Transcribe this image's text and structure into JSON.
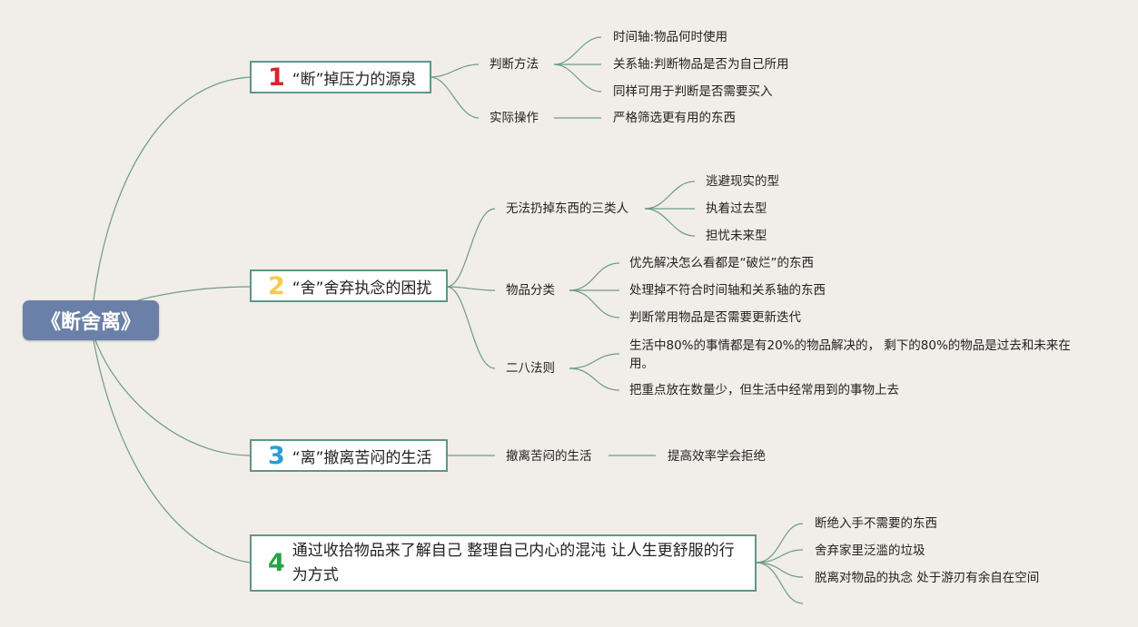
{
  "root": {
    "title": "《断舍离》"
  },
  "branches": [
    {
      "number": "1",
      "title": "“断”掉压力的源泉",
      "groups": [
        {
          "label": "判断方法",
          "items": [
            "时间轴:物品何时使用",
            "关系轴:判断物品是否为自己所用",
            "同样可用于判断是否需要买入"
          ]
        },
        {
          "label": "实际操作",
          "items": [
            "严格筛选更有用的东西"
          ]
        }
      ]
    },
    {
      "number": "2",
      "title": "“舍”舍弃执念的困扰",
      "groups": [
        {
          "label": "无法扔掉东西的三类人",
          "items": [
            "逃避现实的型",
            "执着过去型",
            "担忧未来型"
          ]
        },
        {
          "label": "物品分类",
          "items": [
            "优先解决怎么看都是“破烂”的东西",
            "处理掉不符合时间轴和关系轴的东西",
            "判断常用物品是否需要更新迭代"
          ]
        },
        {
          "label": "二八法则",
          "items": [
            "生活中80%的事情都是有20%的物品解决的， 剩下的80%的物品是过去和未来在用。",
            "把重点放在数量少，但生活中经常用到的事物上去"
          ]
        }
      ]
    },
    {
      "number": "3",
      "title": "“离”撤离苦闷的生活",
      "groups": [
        {
          "label": "撤离苦闷的生活",
          "items": [
            "提高效率学会拒绝"
          ]
        }
      ]
    },
    {
      "number": "4",
      "title": "通过收拾物品来了解自己 整理自己内心的混沌 让人生更舒服的行为方式",
      "items": [
        "断绝入手不需要的东西",
        "舍弃家里泛滥的垃圾",
        "脱离对物品的执念 处于游刃有余自在空间"
      ]
    }
  ]
}
